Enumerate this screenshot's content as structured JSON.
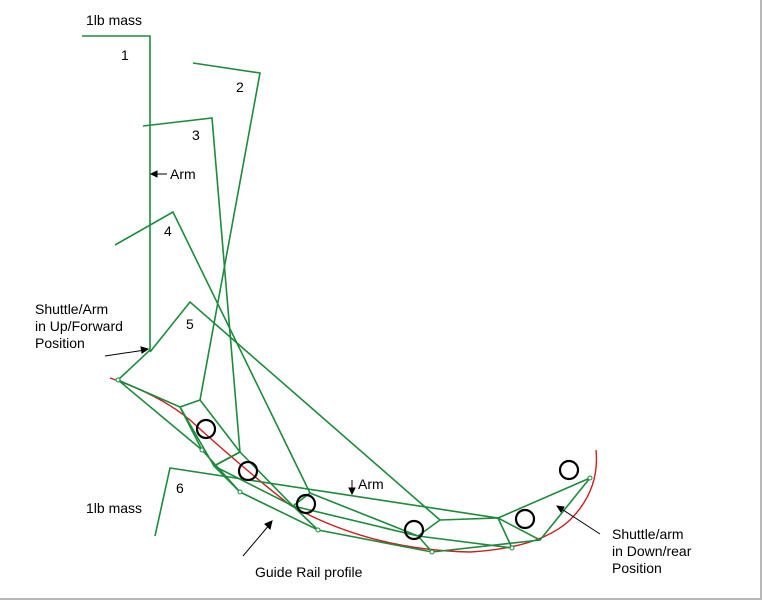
{
  "diagram": {
    "labels": {
      "mass_top": "1lb mass",
      "mass_bottom": "1lb mass",
      "arm_vertical": "Arm",
      "arm_horizontal": "Arm",
      "guide_rail": "Guide Rail profile",
      "up_forward": [
        "Shuttle/Arm",
        "in Up/Forward",
        "Position"
      ],
      "down_rear": [
        "Shuttle/arm",
        "in Down/rear",
        "Position"
      ]
    },
    "positions": [
      "1",
      "2",
      "3",
      "4",
      "5",
      "6"
    ],
    "colors": {
      "linkage": "#1e8a3c",
      "rail": "#cc1f1f",
      "text": "#000000",
      "frame_border": "#b8b8b8"
    }
  }
}
